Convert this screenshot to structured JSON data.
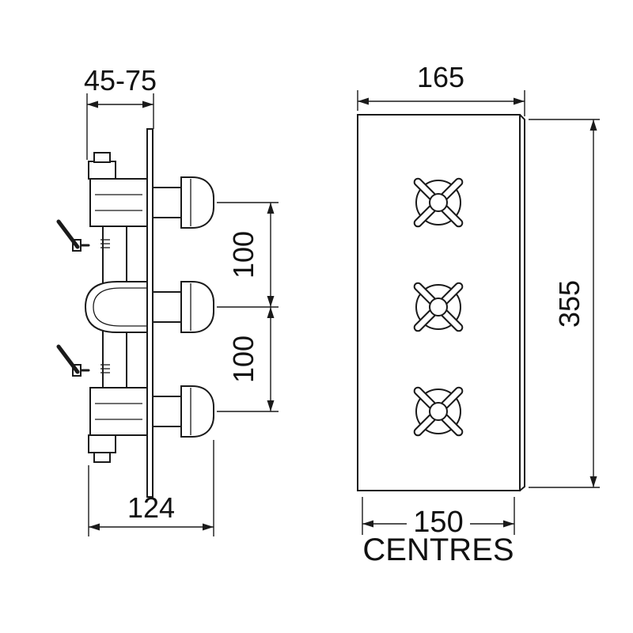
{
  "page": {
    "background": "#ffffff",
    "line_color": "#1a1a1a"
  },
  "side_view": {
    "description": "valve side elevation",
    "dims": {
      "depth_range": "45-75",
      "upper_spacing": "100",
      "lower_spacing": "100",
      "projection": "124"
    }
  },
  "front_view": {
    "description": "faceplate front elevation",
    "dims": {
      "width": "165",
      "height": "355",
      "centres": "150",
      "centres_caption": "CENTRES"
    }
  }
}
